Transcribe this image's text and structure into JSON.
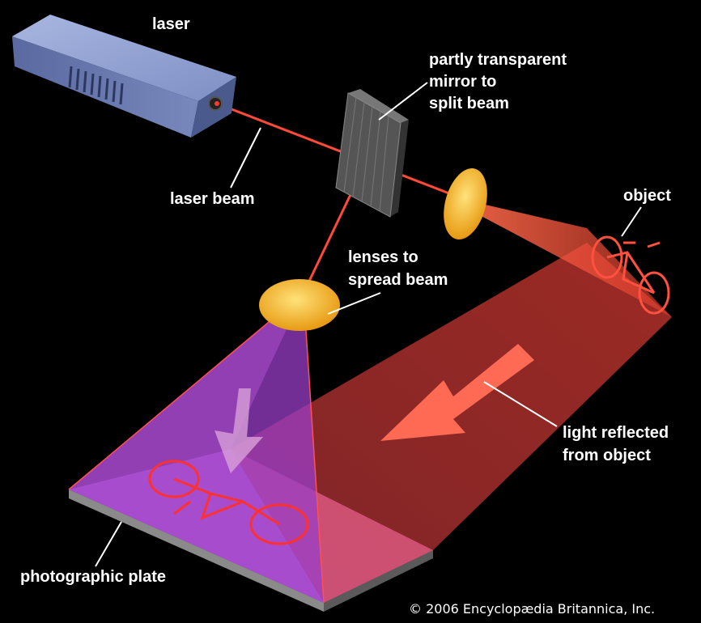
{
  "labels": {
    "laser": "laser",
    "mirror": [
      "partly transparent",
      "mirror to",
      "split beam"
    ],
    "laser_beam": "laser beam",
    "object": "object",
    "lenses": [
      "lenses to",
      "spread beam"
    ],
    "reflected": [
      "light reflected",
      "from object"
    ],
    "plate": "photographic plate"
  },
  "copyright": "© 2006 Encyclopædia Britannica, Inc.",
  "colors": {
    "background": "#000000",
    "laser_body": "#7f93c8",
    "beam": "#ff4a3a",
    "lens": "#f5b52a",
    "reference_light": "#b04ad8",
    "object_light": "#e8403a"
  }
}
